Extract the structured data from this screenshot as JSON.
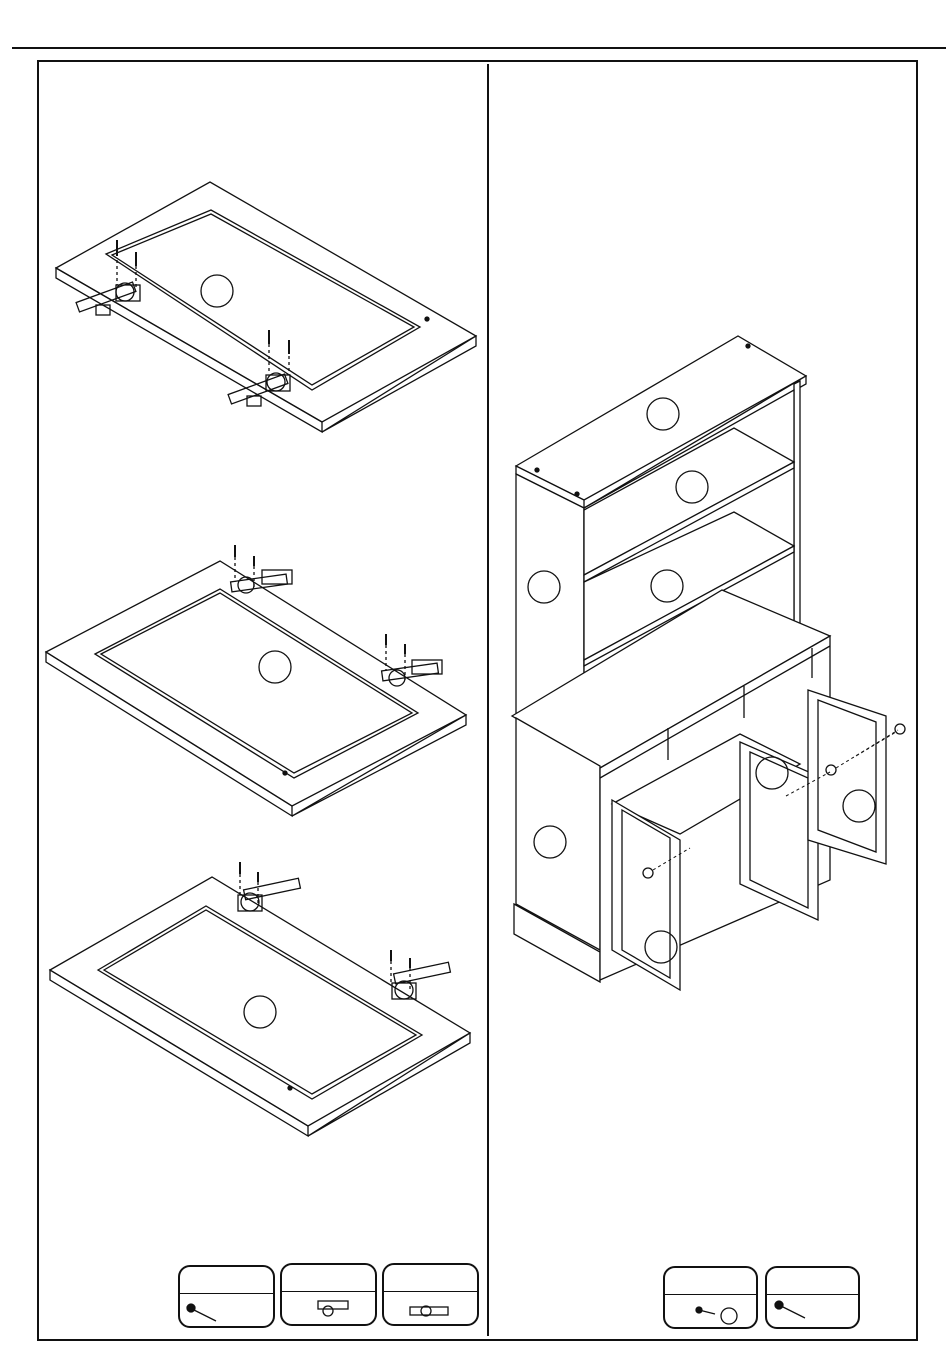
{
  "page": {
    "left_panel": {
      "steps": [
        {
          "callout_label": "",
          "screws": 4,
          "hinges": 2
        },
        {
          "callout_label": "",
          "screws": 4,
          "hinges": 2
        },
        {
          "callout_label": "",
          "screws": 4,
          "hinges": 2
        }
      ],
      "parts": [
        {
          "qty": "",
          "icon": "wood-screw-icon"
        },
        {
          "qty": "",
          "icon": "hinge-icon"
        },
        {
          "qty": "",
          "icon": "hinge-icon"
        }
      ]
    },
    "right_panel": {
      "callouts": [
        "",
        "",
        "",
        "",
        "",
        "",
        "",
        "",
        ""
      ],
      "parts": [
        {
          "qty": "",
          "icon": "knob-and-screw-icon"
        },
        {
          "qty": "",
          "icon": "wood-screw-icon"
        }
      ]
    },
    "colors": {
      "line": "#111111",
      "background": "#ffffff"
    }
  }
}
